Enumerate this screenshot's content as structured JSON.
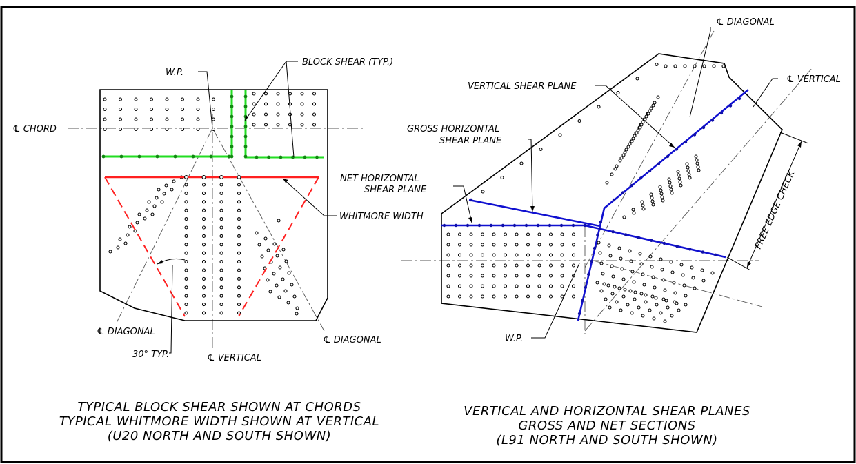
{
  "colors": {
    "block_shear": "#22dd22",
    "whitmore_width": "#ff2020",
    "shear_planes": "#1010d0",
    "outline": "#000000"
  },
  "left_detail": {
    "labels": {
      "wp": "W.P.",
      "block_shear": "BLOCK SHEAR (TYP.)",
      "chord": "℄ CHORD",
      "whitmore": "WHITMORE WIDTH",
      "diag_left": "℄ DIAGONAL",
      "diag_right": "℄ DIAGONAL",
      "angle": "30° TYP.",
      "vertical": "℄ VERTICAL"
    },
    "caption": [
      "TYPICAL BLOCK SHEAR SHOWN AT CHORDS",
      "TYPICAL WHITMORE WIDTH SHOWN AT VERTICAL",
      "(U20 NORTH AND SOUTH SHOWN)"
    ]
  },
  "right_detail": {
    "labels": {
      "diag_top": "℄ DIAGONAL",
      "vertical": "℄ VERTICAL",
      "vsp": "VERTICAL SHEAR PLANE",
      "gross_1": "GROSS HORIZONTAL",
      "gross_2": "SHEAR PLANE",
      "net_1": "NET HORIZONTAL",
      "net_2": "SHEAR PLANE",
      "free_edge": "FREE EDGE CHECK",
      "wp": "W.P."
    },
    "caption": [
      "VERTICAL AND HORIZONTAL SHEAR PLANES",
      "GROSS AND NET SECTIONS",
      "(L91 NORTH AND SOUTH SHOWN)"
    ]
  }
}
